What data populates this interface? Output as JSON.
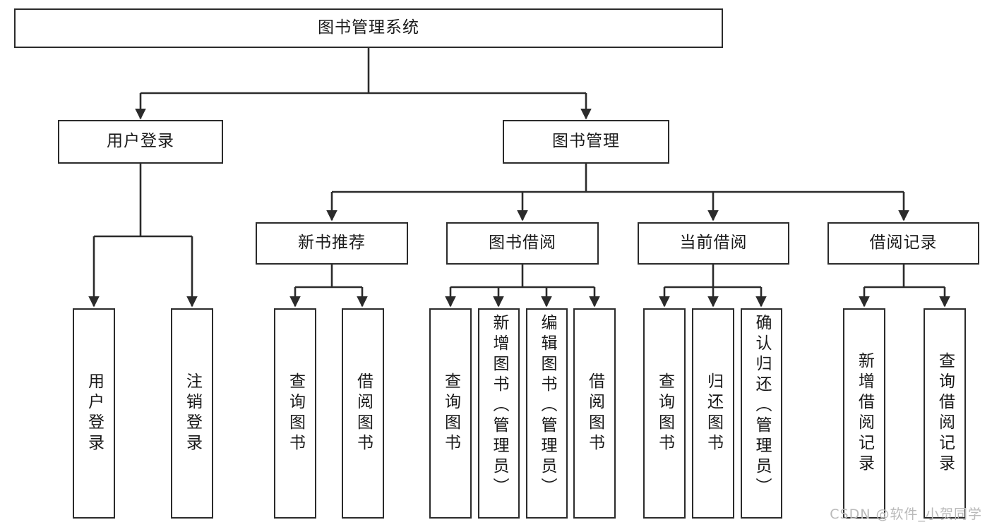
{
  "diagram": {
    "title": "图书管理系统",
    "type": "tree",
    "colors": {
      "box_border": "#2b2b2b",
      "box_fill": "#ffffff",
      "edge": "#2b2b2b",
      "text": "#1a1a1a",
      "watermark": "#b9b9b9"
    },
    "root": {
      "label": "图书管理系统"
    },
    "level2": [
      {
        "label": "用户登录"
      },
      {
        "label": "图书管理"
      }
    ],
    "level3": [
      {
        "label": "新书推荐"
      },
      {
        "label": "图书借阅"
      },
      {
        "label": "当前借阅"
      },
      {
        "label": "借阅记录"
      }
    ],
    "leaves": [
      {
        "label": "用户登录",
        "parent": "用户登录"
      },
      {
        "label": "注销登录",
        "parent": "用户登录"
      },
      {
        "label": "查询图书",
        "parent": "新书推荐"
      },
      {
        "label": "借阅图书",
        "parent": "新书推荐"
      },
      {
        "label": "查询图书",
        "parent": "图书借阅"
      },
      {
        "label": "新增图书（管理员）",
        "parent": "图书借阅"
      },
      {
        "label": "编辑图书（管理员）",
        "parent": "图书借阅"
      },
      {
        "label": "借阅图书",
        "parent": "图书借阅"
      },
      {
        "label": "查询图书",
        "parent": "当前借阅"
      },
      {
        "label": "归还图书",
        "parent": "当前借阅"
      },
      {
        "label": "确认归还（管理员）",
        "parent": "当前借阅"
      },
      {
        "label": "新增借阅记录",
        "parent": "借阅记录"
      },
      {
        "label": "查询借阅记录",
        "parent": "借阅记录"
      }
    ]
  },
  "watermark": {
    "text": "CSDN @软件_小贺同学"
  }
}
